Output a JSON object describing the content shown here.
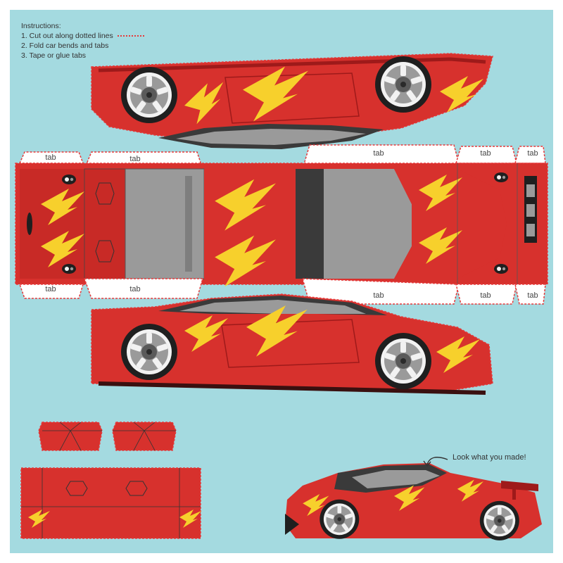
{
  "instructions": {
    "heading": "Instructions:",
    "steps": [
      "1. Cut out along dotted lines",
      "2. Fold car bends and tabs",
      "3. Tape or glue tabs"
    ]
  },
  "tab_label": "tab",
  "caption": "Look what you made!",
  "icons": [
    "lightning-bolt-icon",
    "wheel-icon",
    "headlight-icon",
    "curved-arrow-icon"
  ],
  "colors": {
    "background": "#a4dae0",
    "car_red": "#d7312d",
    "dark_red": "#9e1a1a",
    "bolt_yellow": "#f7d02c",
    "window_gray": "#9a9a9a",
    "cut_line": "#e5393a"
  }
}
